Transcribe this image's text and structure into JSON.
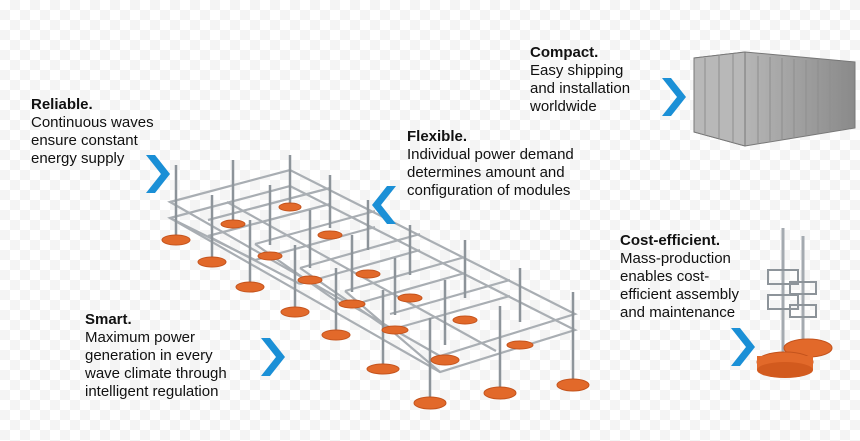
{
  "colors": {
    "accent_blue": "#1a8fd6",
    "float_orange": "#e2692a",
    "frame_gray": "#9aa0a6",
    "container_gray": "#9b9b9b"
  },
  "blocks": {
    "reliable": {
      "title": "Reliable.",
      "lines": [
        "Continuous waves",
        "ensure constant",
        "energy supply"
      ]
    },
    "flexible": {
      "title": "Flexible.",
      "lines": [
        "Individual power demand",
        "determines amount and",
        "configuration of modules"
      ]
    },
    "compact": {
      "title": "Compact.",
      "lines": [
        "Easy shipping",
        "and installation",
        "worldwide"
      ]
    },
    "cost_efficient": {
      "title": "Cost-efficient.",
      "lines": [
        "Mass-production",
        "enables cost-",
        "efficient assembly",
        "and maintenance"
      ]
    },
    "smart": {
      "title": "Smart.",
      "lines": [
        "Maximum power",
        "generation in every",
        "wave climate through",
        "intelligent regulation"
      ]
    }
  },
  "icons": {
    "chevron": "chevron-right-icon",
    "chevron_left": "chevron-left-icon"
  }
}
